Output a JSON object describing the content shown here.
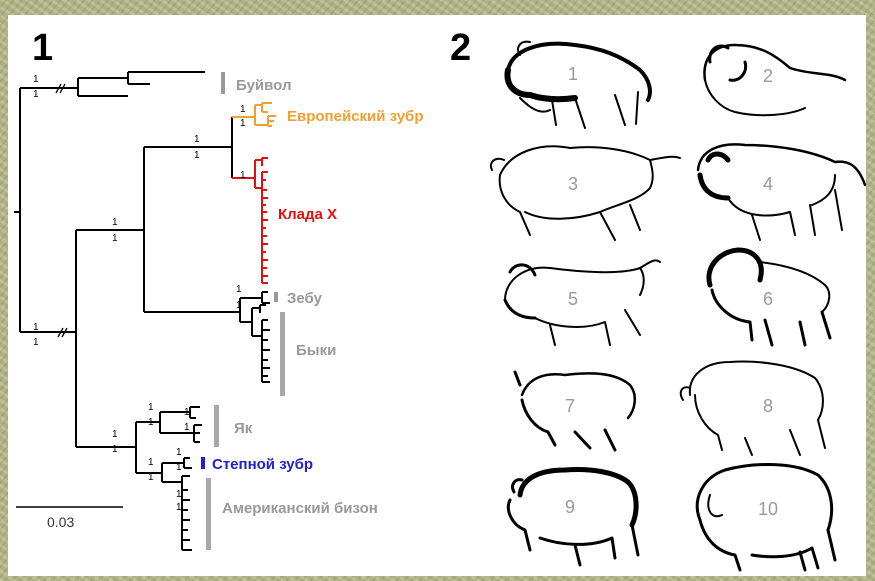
{
  "panel_labels": [
    "1",
    "2"
  ],
  "tree": {
    "support_value": "1",
    "clades": [
      {
        "label": "Буйвол",
        "color": "#999999"
      },
      {
        "label": "Европейский зубр",
        "color": "#f0a030"
      },
      {
        "label": "Клада X",
        "color": "#e01010"
      },
      {
        "label": "Зебу",
        "color": "#999999"
      },
      {
        "label": "Быки",
        "color": "#999999"
      },
      {
        "label": "Як",
        "color": "#999999"
      },
      {
        "label": "Степной зубр",
        "color": "#2020d0"
      },
      {
        "label": "Американский бизон",
        "color": "#999999"
      }
    ],
    "scale_bar": "0.03"
  },
  "drawings": [
    "1",
    "2",
    "3",
    "4",
    "5",
    "6",
    "7",
    "8",
    "9",
    "10"
  ]
}
